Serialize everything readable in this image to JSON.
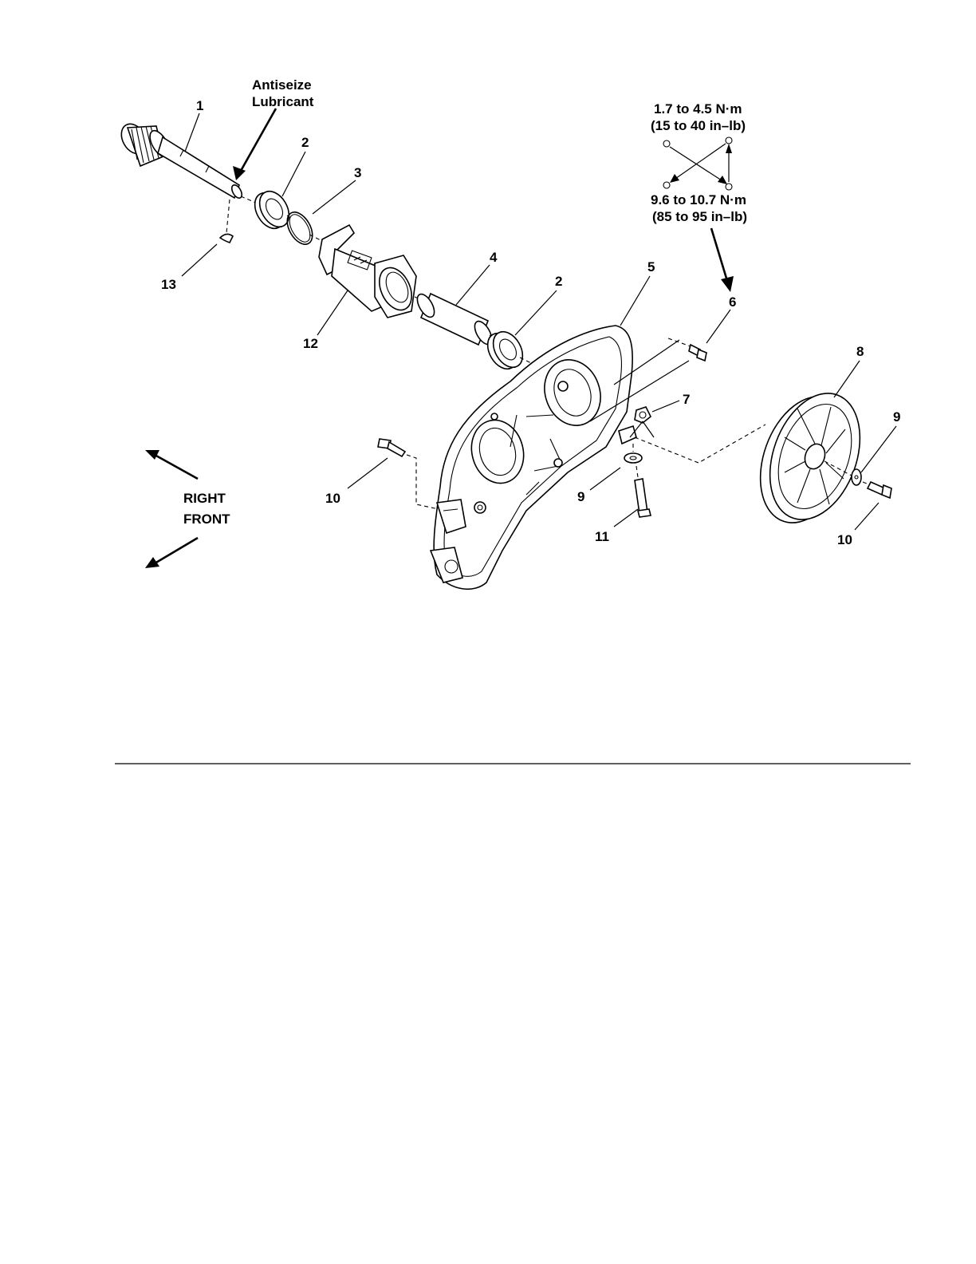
{
  "callouts": {
    "c1": "1",
    "c2a": "2",
    "c2b": "2",
    "c3": "3",
    "c4": "4",
    "c5": "5",
    "c6": "6",
    "c7": "7",
    "c8": "8",
    "c9a": "9",
    "c9b": "9",
    "c10a": "10",
    "c10b": "10",
    "c11": "11",
    "c12": "12",
    "c13": "13"
  },
  "notes": {
    "antiseize_line1": "Antiseize",
    "antiseize_line2": "Lubricant",
    "torque_low_line1": "1.7 to 4.5 N·m",
    "torque_low_line2": "(15 to 40 in–lb)",
    "torque_high_line1": "9.6 to 10.7 N·m",
    "torque_high_line2": "(85 to 95 in–lb)"
  },
  "orientation": {
    "right_label": "RIGHT",
    "front_label": "FRONT"
  }
}
